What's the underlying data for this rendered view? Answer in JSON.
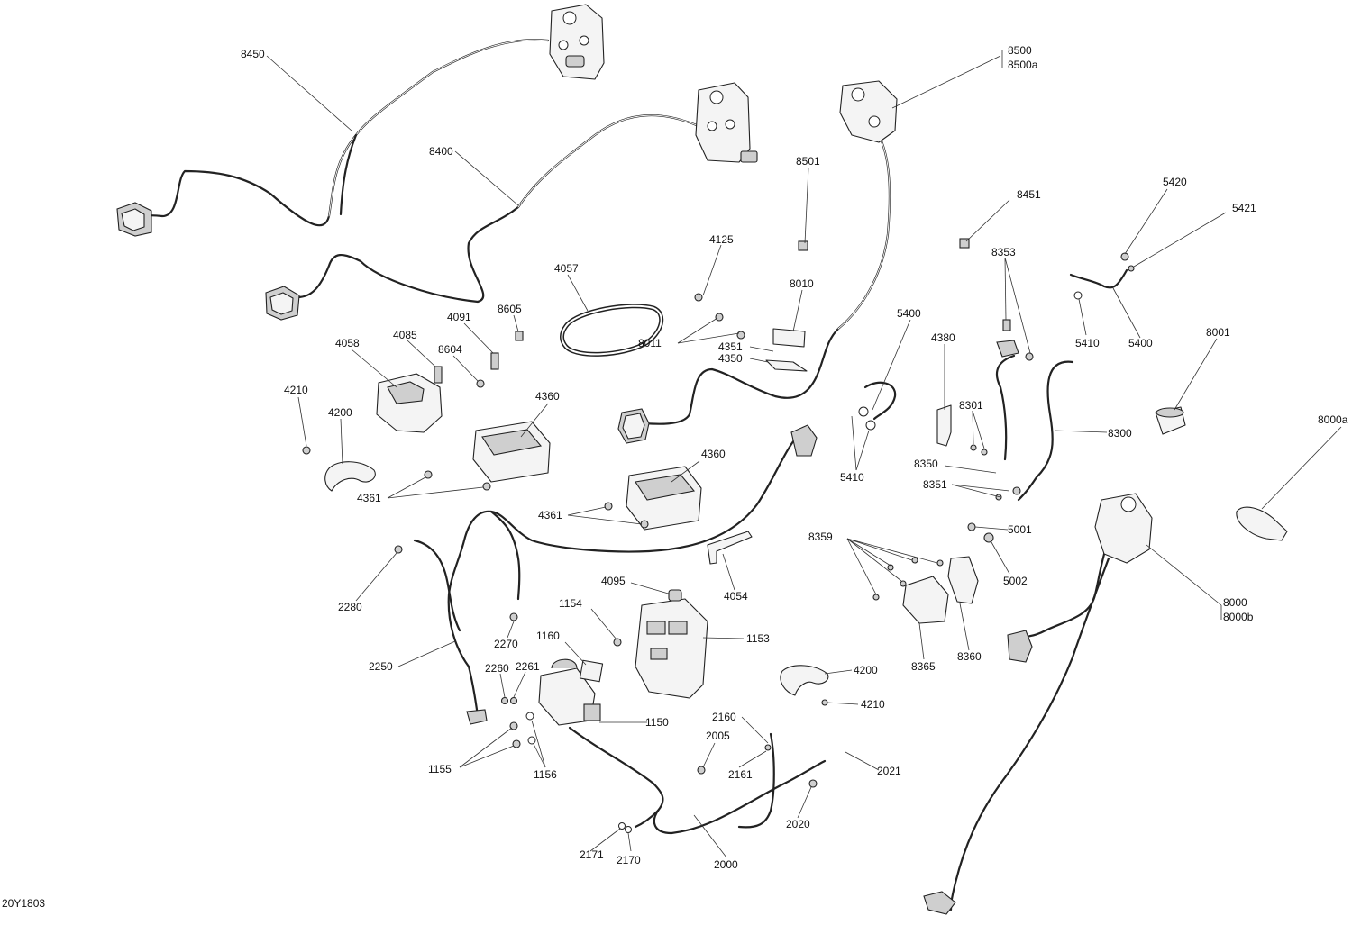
{
  "diagram": {
    "document_id": "20Y1803",
    "callouts": [
      {
        "id": "c8450",
        "text": "8450"
      },
      {
        "id": "c8400",
        "text": "8400"
      },
      {
        "id": "c8500",
        "text": "8500"
      },
      {
        "id": "c8500a",
        "text": "8500a"
      },
      {
        "id": "c8501",
        "text": "8501"
      },
      {
        "id": "c8451",
        "text": "8451"
      },
      {
        "id": "c5420",
        "text": "5420"
      },
      {
        "id": "c5421",
        "text": "5421"
      },
      {
        "id": "c4125",
        "text": "4125"
      },
      {
        "id": "c4057",
        "text": "4057"
      },
      {
        "id": "c8010",
        "text": "8010"
      },
      {
        "id": "c8353",
        "text": "8353"
      },
      {
        "id": "c5400a",
        "text": "5400"
      },
      {
        "id": "c5410a",
        "text": "5410"
      },
      {
        "id": "c5400b",
        "text": "5400"
      },
      {
        "id": "c8001",
        "text": "8001"
      },
      {
        "id": "c8605",
        "text": "8605"
      },
      {
        "id": "c4091",
        "text": "4091"
      },
      {
        "id": "c8011",
        "text": "8011"
      },
      {
        "id": "c4351",
        "text": "4351"
      },
      {
        "id": "c4350",
        "text": "4350"
      },
      {
        "id": "c4380",
        "text": "4380"
      },
      {
        "id": "c4058",
        "text": "4058"
      },
      {
        "id": "c4085",
        "text": "4085"
      },
      {
        "id": "c8604",
        "text": "8604"
      },
      {
        "id": "c4210a",
        "text": "4210"
      },
      {
        "id": "c4200a",
        "text": "4200"
      },
      {
        "id": "c4360a",
        "text": "4360"
      },
      {
        "id": "c8301",
        "text": "8301"
      },
      {
        "id": "c8300",
        "text": "8300"
      },
      {
        "id": "c8000a",
        "text": "8000a"
      },
      {
        "id": "c5410b",
        "text": "5410"
      },
      {
        "id": "c8350",
        "text": "8350"
      },
      {
        "id": "c4360b",
        "text": "4360"
      },
      {
        "id": "c8351",
        "text": "8351"
      },
      {
        "id": "c4361a",
        "text": "4361"
      },
      {
        "id": "c4361b",
        "text": "4361"
      },
      {
        "id": "c5001",
        "text": "5001"
      },
      {
        "id": "c8359",
        "text": "8359"
      },
      {
        "id": "c5002",
        "text": "5002"
      },
      {
        "id": "c4095",
        "text": "4095"
      },
      {
        "id": "c4054",
        "text": "4054"
      },
      {
        "id": "c2280",
        "text": "2280"
      },
      {
        "id": "c1154",
        "text": "1154"
      },
      {
        "id": "c8000",
        "text": "8000"
      },
      {
        "id": "c8000b",
        "text": "8000b"
      },
      {
        "id": "c1153",
        "text": "1153"
      },
      {
        "id": "c2270",
        "text": "2270"
      },
      {
        "id": "c1160",
        "text": "1160"
      },
      {
        "id": "c8365",
        "text": "8365"
      },
      {
        "id": "c8360",
        "text": "8360"
      },
      {
        "id": "c2250",
        "text": "2250"
      },
      {
        "id": "c2260",
        "text": "2260"
      },
      {
        "id": "c2261",
        "text": "2261"
      },
      {
        "id": "c4200b",
        "text": "4200"
      },
      {
        "id": "c4210b",
        "text": "4210"
      },
      {
        "id": "c2160",
        "text": "2160"
      },
      {
        "id": "c1150",
        "text": "1150"
      },
      {
        "id": "c2005",
        "text": "2005"
      },
      {
        "id": "c1155",
        "text": "1155"
      },
      {
        "id": "c1156",
        "text": "1156"
      },
      {
        "id": "c2161",
        "text": "2161"
      },
      {
        "id": "c2021",
        "text": "2021"
      },
      {
        "id": "c2020",
        "text": "2020"
      },
      {
        "id": "c2171",
        "text": "2171"
      },
      {
        "id": "c2170",
        "text": "2170"
      },
      {
        "id": "c2000",
        "text": "2000"
      }
    ]
  }
}
